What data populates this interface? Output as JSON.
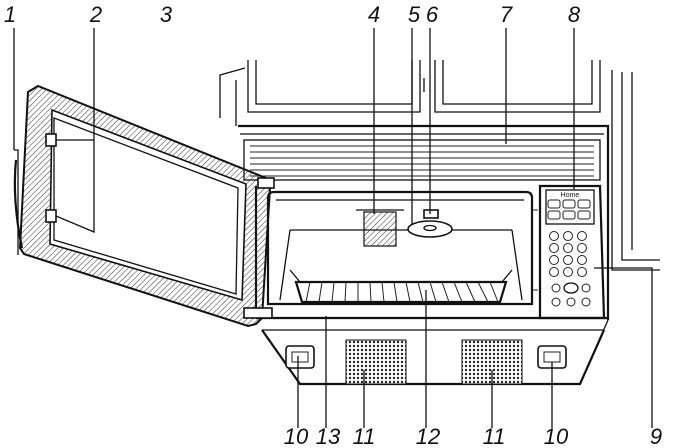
{
  "diagram": {
    "callouts": [
      {
        "id": "c1",
        "text": "1"
      },
      {
        "id": "c2",
        "text": "2"
      },
      {
        "id": "c3",
        "text": "3"
      },
      {
        "id": "c4",
        "text": "4"
      },
      {
        "id": "c5",
        "text": "5"
      },
      {
        "id": "c6",
        "text": "6"
      },
      {
        "id": "c7",
        "text": "7"
      },
      {
        "id": "c8",
        "text": "8"
      },
      {
        "id": "c9",
        "text": "9"
      },
      {
        "id": "c10a",
        "text": "10"
      },
      {
        "id": "c13",
        "text": "13"
      },
      {
        "id": "c11a",
        "text": "11"
      },
      {
        "id": "c12",
        "text": "12"
      },
      {
        "id": "c11b",
        "text": "11"
      },
      {
        "id": "c10b",
        "text": "10"
      }
    ],
    "panel_label": "Home"
  }
}
